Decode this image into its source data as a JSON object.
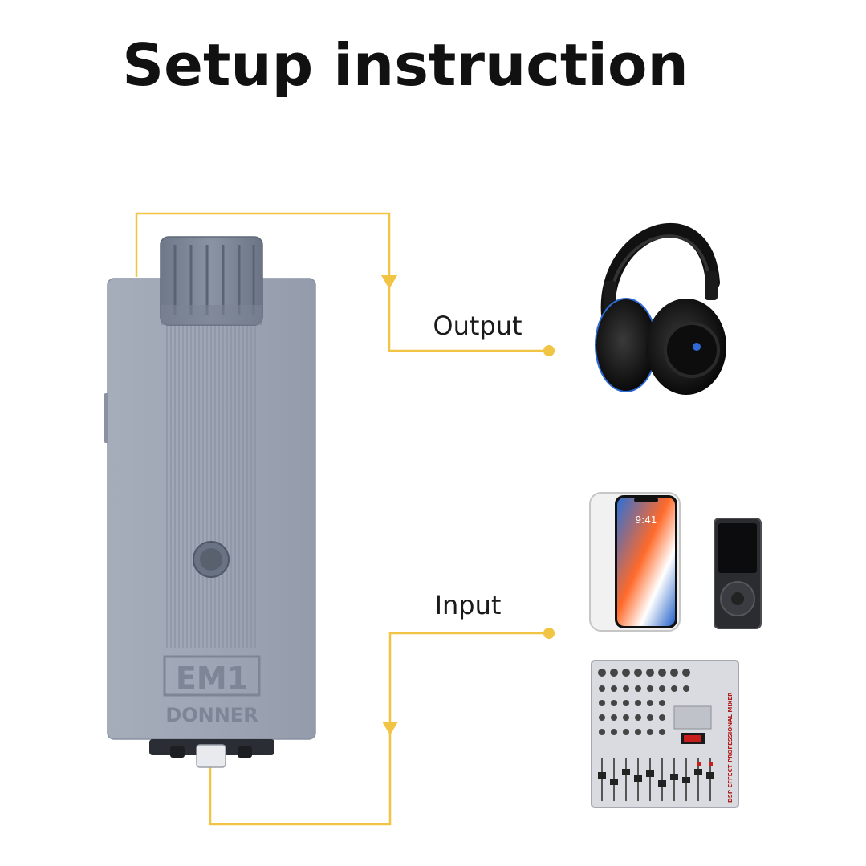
{
  "title": "Setup instruction",
  "labels": {
    "output": "Output",
    "input": "Input"
  },
  "device": {
    "model": "EM1",
    "brand": "DONNER"
  },
  "phone": {
    "time": "9:41"
  },
  "mixer": {
    "side_text": "DSP EFFECT PROFESSIONAL MIXER"
  },
  "colors": {
    "connector": "#f2c443",
    "device_body": "#9ea6b5",
    "device_knob": "#7f8899",
    "headphones": "#111111",
    "accent_blue": "#2f6bd6"
  },
  "icons": [
    "headphones-icon",
    "smartphone-icon",
    "music-player-icon",
    "audio-mixer-icon"
  ]
}
